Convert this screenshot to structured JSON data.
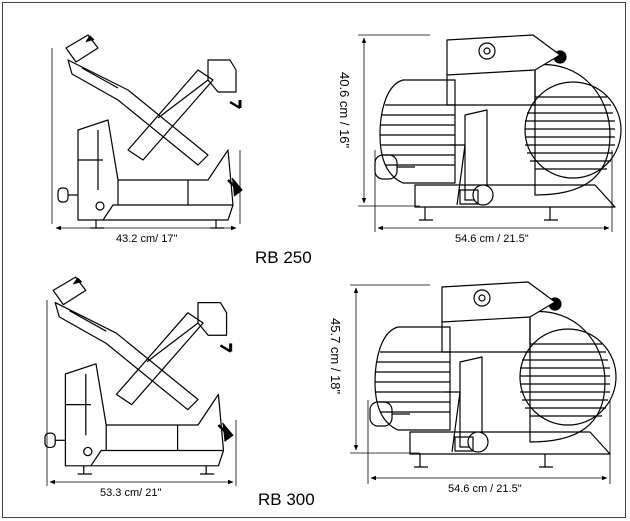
{
  "models": [
    {
      "name": "RB 250",
      "side_width": "43.2 cm/ 17\"",
      "front_width": "54.6 cm / 21.5\"",
      "height": "40.6 cm / 16\""
    },
    {
      "name": "RB 300",
      "side_width": "53.3 cm/ 21\"",
      "front_width": "54.6 cm / 21.5\"",
      "height": "45.7 cm / 18\""
    }
  ],
  "colors": {
    "line": "#000000",
    "frame": "#444444",
    "background": "#ffffff"
  }
}
